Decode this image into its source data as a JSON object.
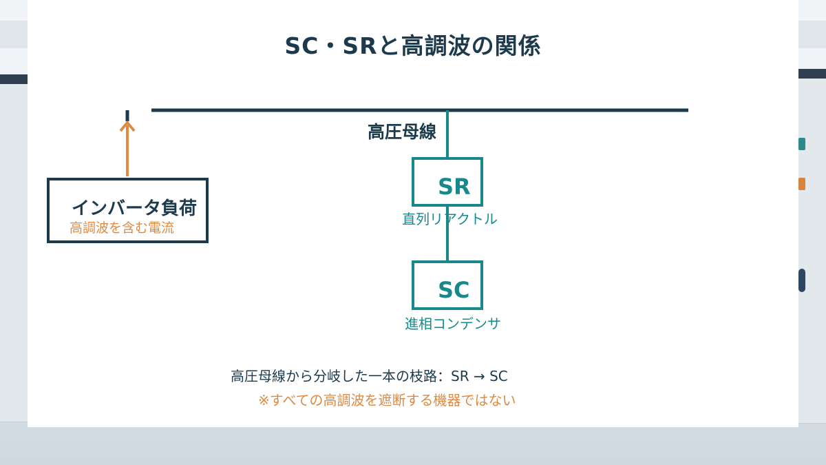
{
  "title": "SC・SRと高調波の関係",
  "bus": {
    "label": "高圧母線"
  },
  "inverter": {
    "title": "インバータ負荷",
    "subtitle": "高調波を含む電流"
  },
  "sr": {
    "symbol": "SR",
    "name": "直列リアクトル"
  },
  "sc": {
    "symbol": "SC",
    "name": "進相コンデンサ"
  },
  "notes": {
    "branch": "高圧母線から分岐した一本の枝路：SR → SC",
    "caution": "※すべての高調波を遮断する機器ではない"
  },
  "colors": {
    "navy": "#1d3a4c",
    "teal": "#17898c",
    "orange": "#dd8a43"
  }
}
